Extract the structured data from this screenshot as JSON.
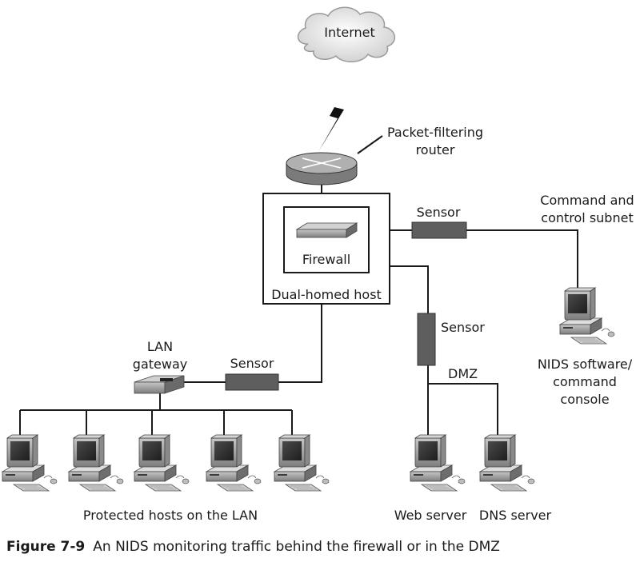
{
  "labels": {
    "internet": "Internet",
    "router_line1": "Packet-filtering",
    "router_line2": "router",
    "firewall": "Firewall",
    "dual_homed_host": "Dual-homed host",
    "sensor_command": "Sensor",
    "sensor_dmz": "Sensor",
    "sensor_lan": "Sensor",
    "command_line1": "Command and",
    "command_line2": "control subnet",
    "lan_gateway_line1": "LAN",
    "lan_gateway_line2": "gateway",
    "dmz": "DMZ",
    "nids_line1": "NIDS software/",
    "nids_line2": "command",
    "nids_line3": "console",
    "protected_hosts": "Protected hosts on the LAN",
    "web_server": "Web server",
    "dns_server": "DNS server"
  },
  "caption": {
    "figure_number": "Figure 7-9",
    "text": "An NIDS monitoring traffic behind the firewall or in the DMZ"
  },
  "colors": {
    "line": "#1a1a1a",
    "sensor": "#606060",
    "device_gray": "#9a9a9a",
    "cloud": "#d8d8d8"
  }
}
